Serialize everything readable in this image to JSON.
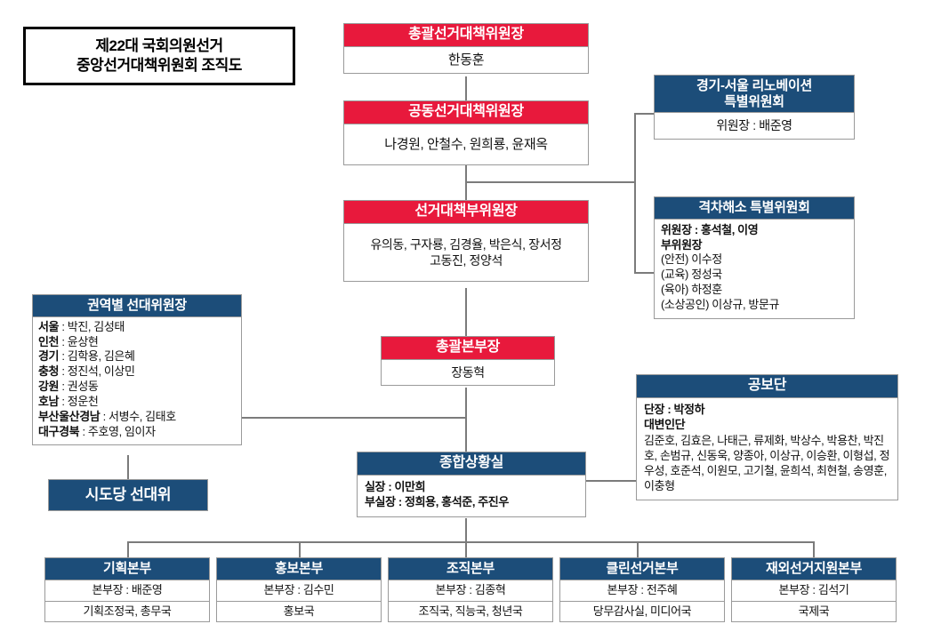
{
  "title": {
    "line1": "제22대 국회의원선거",
    "line2": "중앙선거대책위원회 조직도"
  },
  "colors": {
    "red_header": "#e8193c",
    "navy_header": "#1c4d79",
    "line": "#7b7b7b",
    "border": "#9a9a9a",
    "background": "#ffffff"
  },
  "nodes": {
    "chief_chair": {
      "header": "총괄선거대책위원장",
      "body": "한동훈"
    },
    "joint_chair": {
      "header": "공동선거대책위원장",
      "body": "나경원, 안철수, 원희룡, 윤재옥"
    },
    "vice_chair": {
      "header": "선거대책부위원장",
      "body": "유의동, 구자룡, 김경율, 박은식, 장서정\n고동진, 정양석"
    },
    "gyeonggi_seoul_renovation": {
      "header": "경기-서울 리노베이션\n특별위원회",
      "body": "위원장 : 배준영"
    },
    "gap_resolution": {
      "header": "격차해소 특별위원회",
      "body_lines": [
        "위원장 : 홍석철, 이영",
        "부위원장",
        " (안전) 이수정",
        " (교육) 정성국",
        " (육아) 하정훈",
        " (소상공인) 이상규, 방문규"
      ],
      "bold_lines": [
        0,
        1
      ]
    },
    "regional_chairs": {
      "header": "권역별 선대위원장",
      "rows": [
        {
          "label": "서울",
          "value": "박진, 김성태"
        },
        {
          "label": "인천",
          "value": "윤상현"
        },
        {
          "label": "경기",
          "value": "김학용, 김은혜"
        },
        {
          "label": "충청",
          "value": "정진석, 이상민"
        },
        {
          "label": "강원",
          "value": "권성동"
        },
        {
          "label": "호남",
          "value": "정운천"
        },
        {
          "label": "부산울산경남",
          "value": "서병수, 김태호"
        },
        {
          "label": "대구경북",
          "value": "주호영, 임이자"
        }
      ]
    },
    "city_province_committee": {
      "header": "시도당 선대위"
    },
    "general_hq_chief": {
      "header": "총괄본부장",
      "body": "장동혁"
    },
    "situation_room": {
      "header": "종합상황실",
      "body_lines": [
        "실장 : 이만희",
        "부실장 : 정희용, 홍석준, 주진우"
      ]
    },
    "press_corps": {
      "header": "공보단",
      "leader": "단장 : 박정하",
      "subtitle": "대변인단",
      "members": "김준호, 김효은, 나태근, 류제화, 박상수, 박용찬, 박진호, 손범규, 신동욱, 양종아, 이상규, 이승환, 이형섭, 정우성, 호준석, 이원모, 고기철, 윤희석, 최현철, 송영훈, 이충형"
    }
  },
  "bottom_divisions": [
    {
      "header": "기획본부",
      "chief": "본부장 : 배준영",
      "departments": "기획조정국, 총무국"
    },
    {
      "header": "홍보본부",
      "chief": "본부장 : 김수민",
      "departments": "홍보국"
    },
    {
      "header": "조직본부",
      "chief": "본부장 : 김종혁",
      "departments": "조직국, 직능국, 청년국"
    },
    {
      "header": "클린선거본부",
      "chief": "본부장 : 전주혜",
      "departments": "당무감사실, 미디어국"
    },
    {
      "header": "재외선거지원본부",
      "chief": "본부장 : 김석기",
      "departments": "국제국"
    }
  ]
}
